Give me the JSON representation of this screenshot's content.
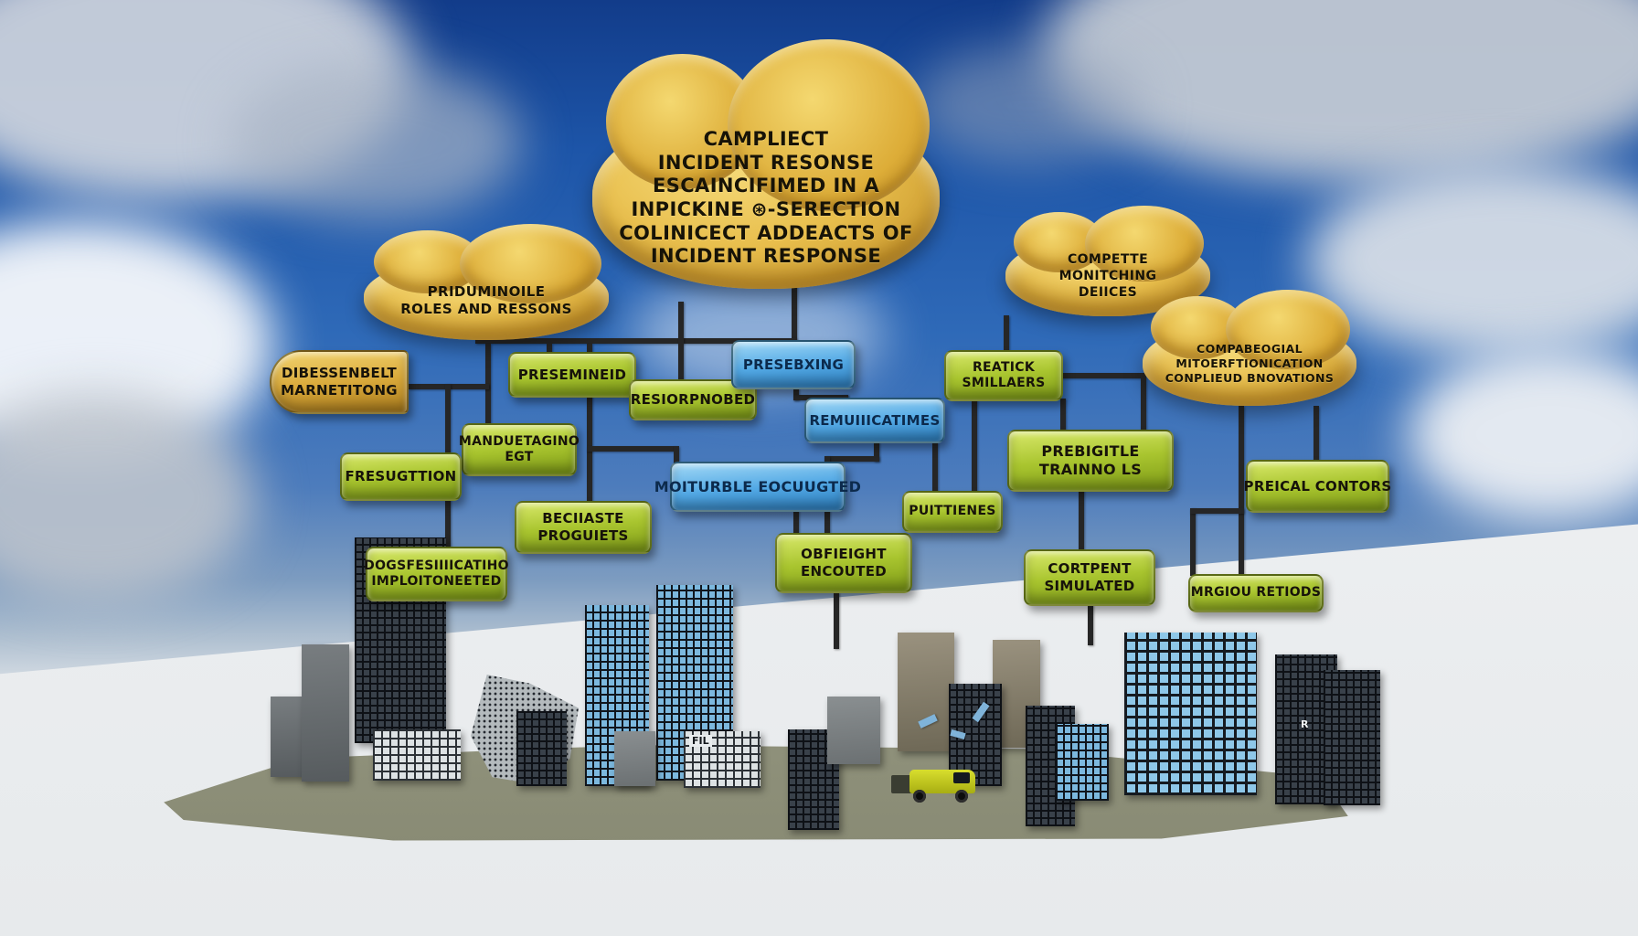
{
  "palette": {
    "cloud_gold": "#e0b23e",
    "box_green": "#a9c52f",
    "box_blue": "#53a9e5",
    "box_gold": "#d9a93a",
    "connector": "#262626",
    "sky_top": "#123c8a",
    "platform": "#9b9d88",
    "truck_yellow": "#c9d024"
  },
  "clouds": [
    {
      "name": "cloud-main",
      "lines": [
        "CAMPLIECT",
        "INCIDENT RESONSE",
        "ESCAINCIFIMED IN A",
        "INPICKINE ⊛-SERECTION",
        "COLINICECT ADDEACTS OF",
        "INCIDENT RESPONSE"
      ]
    },
    {
      "name": "cloud-roles",
      "lines": [
        "PRIDUMINOILE",
        "ROLES AND RESSONS"
      ]
    },
    {
      "name": "cloud-monitoring",
      "lines": [
        "COMPETTE",
        "MONITCHING",
        "DEIICES"
      ]
    },
    {
      "name": "cloud-communication",
      "lines": [
        "COMPABEOGIAL",
        "MITOERFTIONICATION",
        "CONPLIEUD BNOVATIONS"
      ]
    }
  ],
  "boxes": [
    {
      "name": "box-dibessenbelt",
      "lines": [
        "DIBESSENBELT",
        "MARNETITONG"
      ]
    },
    {
      "name": "box-presemineid",
      "lines": [
        "PRESEMINEID"
      ]
    },
    {
      "name": "box-resiorpnobed",
      "lines": [
        "RESIORPNOBED"
      ]
    },
    {
      "name": "box-presebxing",
      "lines": [
        "PRESEBXING"
      ]
    },
    {
      "name": "box-manduetagino",
      "lines": [
        "MANDUETAGINO",
        "EGT"
      ]
    },
    {
      "name": "box-fresugttion",
      "lines": [
        "FRESUGTTION"
      ]
    },
    {
      "name": "box-remuiiicatimes",
      "lines": [
        "REMUIIICATIMES"
      ]
    },
    {
      "name": "box-reatick",
      "lines": [
        "REATICK",
        "SMILLAERS"
      ]
    },
    {
      "name": "box-prebigitle",
      "lines": [
        "PREBIGITLE",
        "TRAINNO LS"
      ]
    },
    {
      "name": "box-moiturble",
      "lines": [
        "MOITURBLE EOCUUGTED"
      ]
    },
    {
      "name": "box-preical",
      "lines": [
        "PREICAL CONTORS"
      ]
    },
    {
      "name": "box-beciiaste",
      "lines": [
        "BECIIASTE",
        "PROGUIETS"
      ]
    },
    {
      "name": "box-dogsfes",
      "lines": [
        "DOGSFESIIIICATIHO",
        "IMPLOITONEETED"
      ]
    },
    {
      "name": "box-obfieight",
      "lines": [
        "OBFIEIGHT",
        "ENCOUTED"
      ]
    },
    {
      "name": "box-puittienes",
      "lines": [
        "PUITTIENES"
      ]
    },
    {
      "name": "box-cortpent",
      "lines": [
        "CORTPENT",
        "SIMULATED"
      ]
    },
    {
      "name": "box-mrgiou",
      "lines": [
        "MRGIOU RETIODS"
      ]
    }
  ],
  "city": {
    "building_labels": [
      "FIL",
      "R"
    ]
  }
}
